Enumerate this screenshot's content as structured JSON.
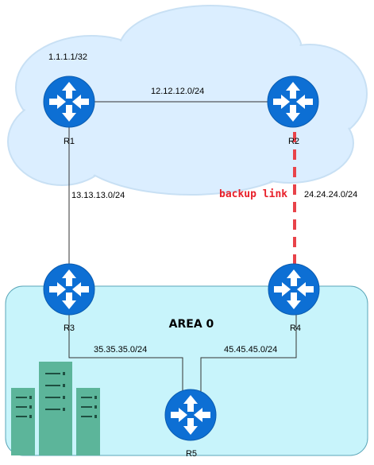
{
  "colors": {
    "cloud_fill": "#dbeeff",
    "cloud_stroke": "#c8e0f4",
    "area_fill": "#c8f4fb",
    "area_stroke": "#5aa6b8",
    "router_fill": "#0d6fd4",
    "server_fill": "#5cb59a",
    "backup_link": "#e8434a"
  },
  "loopback_label": "1.1.1.1/32",
  "area_label": "AREA 0",
  "backup_label": "backup link",
  "routers": {
    "r1": "R1",
    "r2": "R2",
    "r3": "R3",
    "r4": "R4",
    "r5": "R5"
  },
  "links": {
    "r1_r2": "12.12.12.0/24",
    "r1_r3": "13.13.13.0/24",
    "r2_r4": "24.24.24.0/24",
    "r3_r5": "35.35.35.0/24",
    "r4_r5": "45.45.45.0/24"
  },
  "icons": {
    "router": "router-icon",
    "server": "server-rack-icon"
  }
}
